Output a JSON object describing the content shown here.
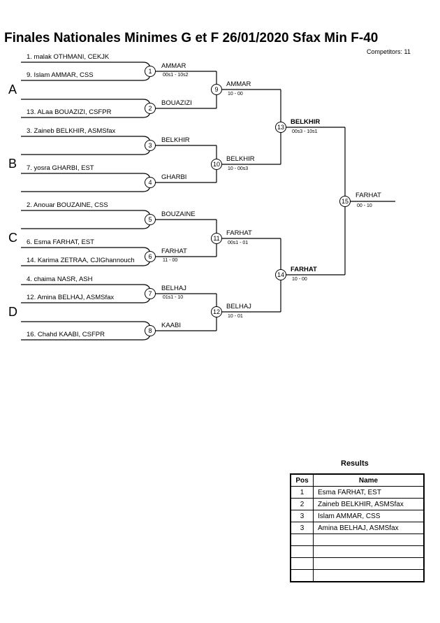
{
  "header": {
    "title": "Finales Nationales Minimes G et F  26/01/2020  Sfax   Min F-40",
    "competitors": "Competitors: 11"
  },
  "pools": [
    "A",
    "B",
    "C",
    "D"
  ],
  "entries": [
    "1. malak OTHMANI, CEKJK",
    "9. Islam AMMAR, CSS",
    "13. ALaa BOUAZIZI, CSFPR",
    "3. Zaineb BELKHIR, ASMSfax",
    "7. yosra GHARBI, EST",
    "2. Anouar BOUZAINE, CSS",
    "6. Esma FARHAT, EST",
    "14. Karima ZETRAA, CJIGhannouch",
    "4. chaima NASR, ASH",
    "12. Amina BELHAJ, ASMSfax",
    "16. Chahd KAABI, CSFPR"
  ],
  "round1": [
    {
      "num": "1",
      "winner": "AMMAR",
      "score": "00s1 - 10s2"
    },
    {
      "num": "2",
      "winner": "BOUAZIZI",
      "score": ""
    },
    {
      "num": "3",
      "winner": "BELKHIR",
      "score": ""
    },
    {
      "num": "4",
      "winner": "GHARBI",
      "score": ""
    },
    {
      "num": "5",
      "winner": "BOUZAINE",
      "score": ""
    },
    {
      "num": "6",
      "winner": "FARHAT",
      "score": "11 - 00"
    },
    {
      "num": "7",
      "winner": "BELHAJ",
      "score": "01s1 - 10"
    },
    {
      "num": "8",
      "winner": "KAABI",
      "score": ""
    }
  ],
  "round2": [
    {
      "num": "9",
      "winner": "AMMAR",
      "score": "10 - 00"
    },
    {
      "num": "10",
      "winner": "BELKHIR",
      "score": "10 - 00s3"
    },
    {
      "num": "11",
      "winner": "FARHAT",
      "score": "00s1 - 01"
    },
    {
      "num": "12",
      "winner": "BELHAJ",
      "score": "10 - 01"
    }
  ],
  "semis": [
    {
      "num": "13",
      "winner": "BELKHIR",
      "score": "00s3 - 10s1"
    },
    {
      "num": "14",
      "winner": "FARHAT",
      "score": "10 - 00"
    }
  ],
  "final": {
    "num": "15",
    "winner": "FARHAT",
    "score": "00 - 10"
  },
  "results": {
    "title": "Results",
    "headers": {
      "pos": "Pos",
      "name": "Name"
    },
    "rows": [
      {
        "pos": "1",
        "name": "Esma FARHAT, EST"
      },
      {
        "pos": "2",
        "name": "Zaineb BELKHIR, ASMSfax"
      },
      {
        "pos": "3",
        "name": "Islam AMMAR, CSS"
      },
      {
        "pos": "3",
        "name": "Amina BELHAJ, ASMSfax"
      },
      {
        "pos": "",
        "name": ""
      },
      {
        "pos": "",
        "name": ""
      },
      {
        "pos": "",
        "name": ""
      },
      {
        "pos": "",
        "name": ""
      }
    ]
  }
}
